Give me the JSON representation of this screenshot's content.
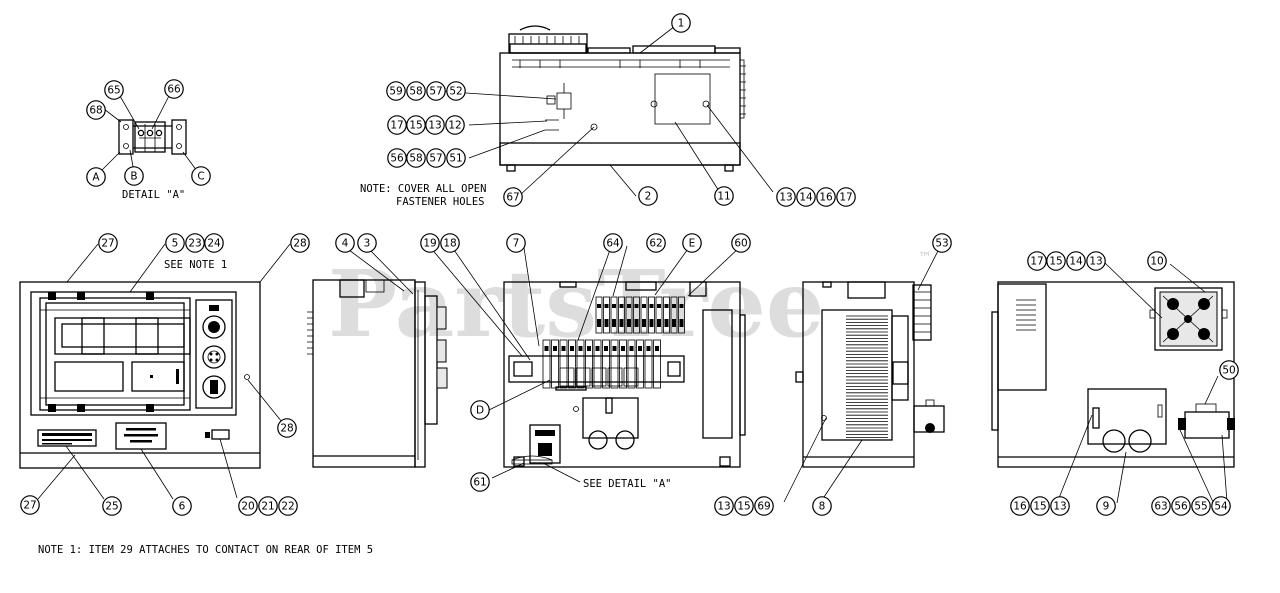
{
  "watermark": {
    "text": "PartsTree",
    "mark": "™"
  },
  "notes": {
    "cover_line1": "NOTE: COVER ALL OPEN",
    "cover_line2": "FASTENER HOLES",
    "detail_title": "DETAIL \"A\"",
    "see_note": "SEE NOTE 1",
    "see_detail": "SEE DETAIL \"A\"",
    "note1": "NOTE 1: ITEM 29 ATTACHES TO CONTACT ON REAR OF ITEM 5"
  },
  "callouts": {
    "detail_a": [
      "68",
      "65",
      "66",
      "A",
      "B",
      "C"
    ],
    "top": [
      "1",
      "59",
      "58",
      "57",
      "52",
      "17",
      "15",
      "13",
      "12",
      "56",
      "58",
      "57",
      "51",
      "67",
      "2",
      "11",
      "13",
      "14",
      "16",
      "17"
    ],
    "front": [
      "27",
      "5",
      "23",
      "24",
      "28",
      "28",
      "27",
      "25",
      "6",
      "20",
      "21",
      "22"
    ],
    "side_left": [
      "4",
      "3"
    ],
    "interior": [
      "19",
      "18",
      "7",
      "64",
      "62",
      "E",
      "60",
      "D",
      "61"
    ],
    "side_right": [
      "53",
      "13",
      "15",
      "69",
      "8"
    ],
    "rear": [
      "17",
      "15",
      "14",
      "13",
      "10",
      "50",
      "16",
      "15",
      "13",
      "9",
      "63",
      "56",
      "55",
      "54"
    ]
  }
}
